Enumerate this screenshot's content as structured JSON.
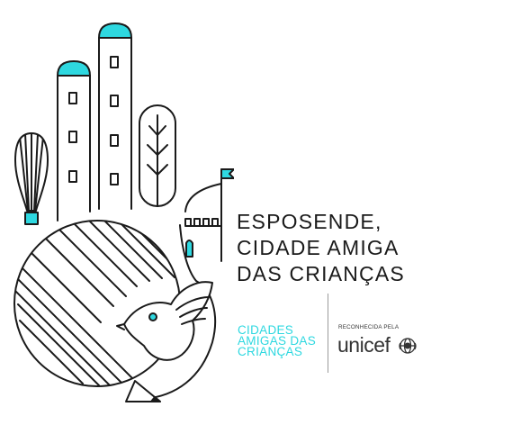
{
  "headline": {
    "line1": "ESPOSENDE,",
    "line2": "CIDADE AMIGA",
    "line3": "DAS CRIANÇAS"
  },
  "program": {
    "line1": "CIDADES",
    "line2": "AMIGAS DAS",
    "line3": "CRIANÇAS"
  },
  "partner": {
    "recognized_label": "RECONHECIDA PELA",
    "logo_text": "unicef"
  },
  "colors": {
    "accent": "#2ed8e0",
    "stroke": "#1a1a1a",
    "background": "#ffffff"
  }
}
